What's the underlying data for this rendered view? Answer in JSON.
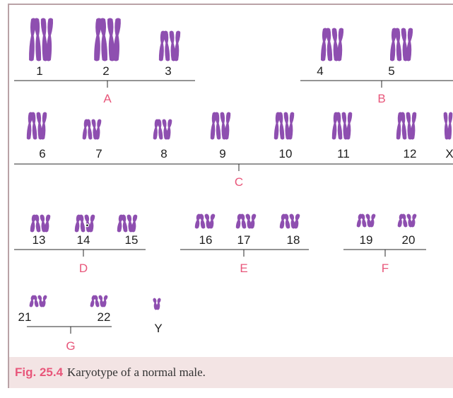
{
  "colors": {
    "chromosome": "#8e4fb0",
    "group_label": "#e8567a",
    "frame": "#b9a2a6",
    "caption_bg": "#f3e4e4"
  },
  "groups": [
    {
      "label": "A",
      "numbers": [
        "1",
        "2",
        "3"
      ]
    },
    {
      "label": "B",
      "numbers": [
        "4",
        "5"
      ]
    },
    {
      "label": "C",
      "numbers": [
        "6",
        "7",
        "8",
        "9",
        "10",
        "11",
        "12",
        "X"
      ]
    },
    {
      "label": "D",
      "numbers": [
        "13",
        "14",
        "15"
      ]
    },
    {
      "label": "E",
      "numbers": [
        "16",
        "17",
        "18"
      ]
    },
    {
      "label": "F",
      "numbers": [
        "19",
        "20"
      ]
    },
    {
      "label": "G",
      "numbers": [
        "21",
        "22"
      ]
    }
  ],
  "y_label": "Y",
  "caption": {
    "label": "Fig. 25.4",
    "text": "Karyotype of a normal male."
  }
}
